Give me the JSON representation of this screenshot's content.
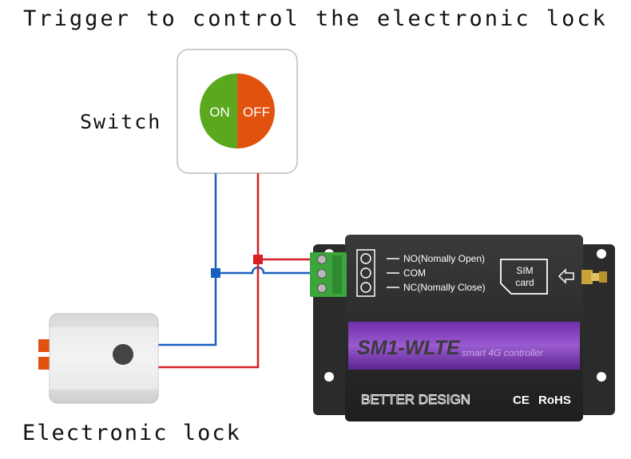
{
  "title": "Trigger to control the electronic lock",
  "switch": {
    "label": "Switch",
    "on_text": "ON",
    "off_text": "OFF",
    "on_color": "#5aa81e",
    "off_color": "#e0520d"
  },
  "lock": {
    "label": "Electronic lock"
  },
  "wires": {
    "blue": "#1a5fbf",
    "red": "#d61f26"
  },
  "controller": {
    "terminals": [
      "NO(Nomally Open)",
      "COM",
      "NC(Nomally Close)"
    ],
    "sim_line1": "SIM",
    "sim_line2": "card",
    "model": "SM1-WLTE",
    "tagline": "smart 4G controller",
    "brand": "BETTER DESIGN",
    "ce": "CE",
    "rohs": "RoHS",
    "panel_color": "#8e4fc4"
  }
}
